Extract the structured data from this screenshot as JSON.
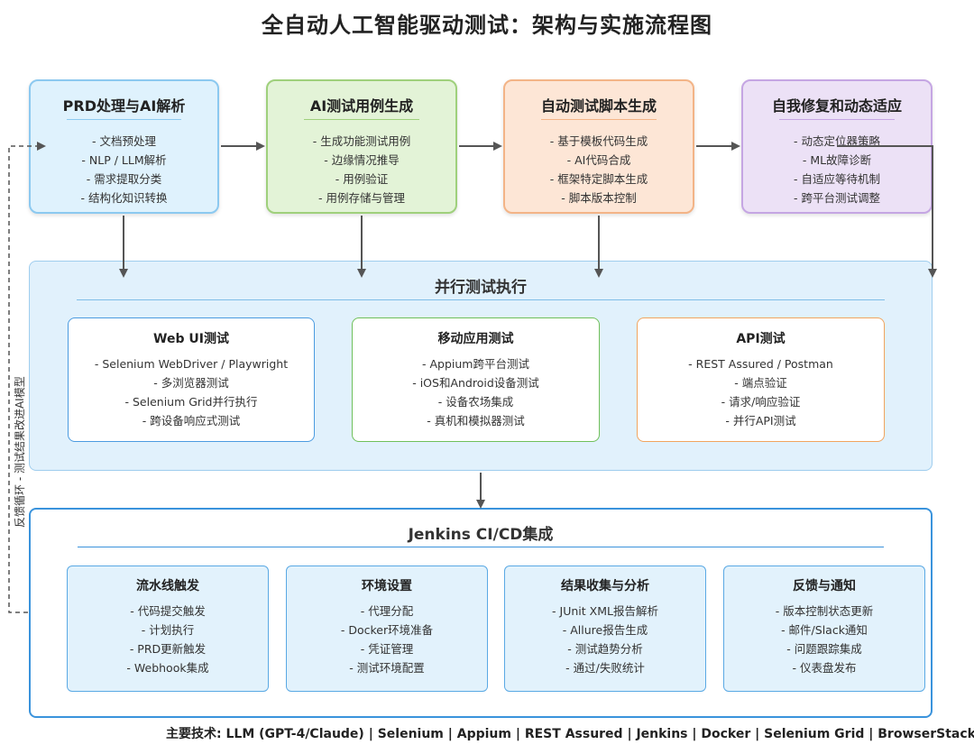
{
  "title": "全自动人工智能驱动测试：架构与实施流程图",
  "stages": [
    {
      "title": "PRD处理与AI解析",
      "items": [
        "- 文档预处理",
        "- NLP / LLM解析",
        "- 需求提取分类",
        "- 结构化知识转换"
      ]
    },
    {
      "title": "AI测试用例生成",
      "items": [
        "- 生成功能测试用例",
        "- 边缘情况推导",
        "- 用例验证",
        "- 用例存储与管理"
      ]
    },
    {
      "title": "自动测试脚本生成",
      "items": [
        "- 基于模板代码生成",
        "- AI代码合成",
        "- 框架特定脚本生成",
        "- 脚本版本控制"
      ]
    },
    {
      "title": "自我修复和动态适应",
      "items": [
        "- 动态定位器策略",
        "- ML故障诊断",
        "- 自适应等待机制",
        "- 跨平台测试调整"
      ]
    }
  ],
  "parallel": {
    "title": "并行测试执行",
    "cards": [
      {
        "title": "Web UI测试",
        "items": [
          "- Selenium WebDriver / Playwright",
          "- 多浏览器测试",
          "- Selenium Grid并行执行",
          "- 跨设备响应式测试"
        ]
      },
      {
        "title": "移动应用测试",
        "items": [
          "- Appium跨平台测试",
          "- iOS和Android设备测试",
          "- 设备农场集成",
          "- 真机和模拟器测试"
        ]
      },
      {
        "title": "API测试",
        "items": [
          "- REST Assured / Postman",
          "- 端点验证",
          "- 请求/响应验证",
          "- 并行API测试"
        ]
      }
    ]
  },
  "jenkins": {
    "title": "Jenkins CI/CD集成",
    "cards": [
      {
        "title": "流水线触发",
        "items": [
          "- 代码提交触发",
          "- 计划执行",
          "- PRD更新触发",
          "- Webhook集成"
        ]
      },
      {
        "title": "环境设置",
        "items": [
          "- 代理分配",
          "- Docker环境准备",
          "- 凭证管理",
          "- 测试环境配置"
        ]
      },
      {
        "title": "结果收集与分析",
        "items": [
          "- JUnit XML报告解析",
          "- Allure报告生成",
          "- 测试趋势分析",
          "- 通过/失败统计"
        ]
      },
      {
        "title": "反馈与通知",
        "items": [
          "- 版本控制状态更新",
          "- 邮件/Slack通知",
          "- 问题跟踪集成",
          "- 仪表盘发布"
        ]
      }
    ]
  },
  "feedback_label": "反馈循环 - 测试结果改进AI模型",
  "footer": "主要技术: LLM (GPT-4/Claude) | Selenium | Appium | REST Assured | Jenkins | Docker | Selenium Grid | BrowserStack",
  "colors": {
    "stage1": "#dff2fd",
    "stage2": "#e3f3d7",
    "stage3": "#fde6d6",
    "stage4": "#ece1f6",
    "parallel_bg": "#e1f1fc",
    "jenkins_border": "#3a93dc",
    "arrow": "#555555"
  }
}
